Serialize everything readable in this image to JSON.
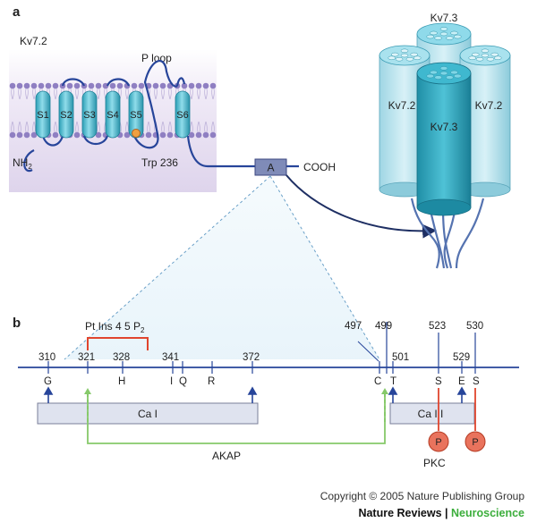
{
  "panel_a": {
    "label": "a",
    "subunit_label": "Kv7.2",
    "segments": [
      "S1",
      "S2",
      "S3",
      "S4",
      "S5",
      "S6"
    ],
    "p_loop": "P loop",
    "n_term": "NH",
    "n_term_sub": "2",
    "residue": "Trp 236",
    "domain_box": "A",
    "c_term": "COOH",
    "tetramer": {
      "top": "Kv7.3",
      "left": "Kv7.2",
      "right": "Kv7.2",
      "front": "Kv7.3"
    }
  },
  "panel_b": {
    "label": "b",
    "pip2_main": "Pt Ins 4 5 P",
    "pip2_sub": "2",
    "top_numbers": [
      "497",
      "499",
      "523",
      "530"
    ],
    "positions": [
      "310",
      "321",
      "328",
      "341",
      "372",
      "501",
      "529"
    ],
    "residues": [
      "G",
      "H",
      "I",
      "Q",
      "R",
      "C",
      "T",
      "S",
      "E",
      "S"
    ],
    "cam_box_1": "Ca I",
    "cam_box_2": "Ca I  I",
    "akap": "AKAP",
    "pkc": "PKC",
    "phospho": "P"
  },
  "credits": {
    "copyright": "Copyright © 2005 Nature Publishing Group",
    "journal": "Nature Reviews",
    "separator": " | ",
    "section": "Neuroscience"
  },
  "colors": {
    "membrane": "#e6dff0",
    "helix": "#4ab8cc",
    "backbone": "#27459a",
    "pip2": "#e0452e",
    "akap": "#86c96a",
    "cam_box": "#dfe3ef",
    "phospho": "#e9735d"
  }
}
